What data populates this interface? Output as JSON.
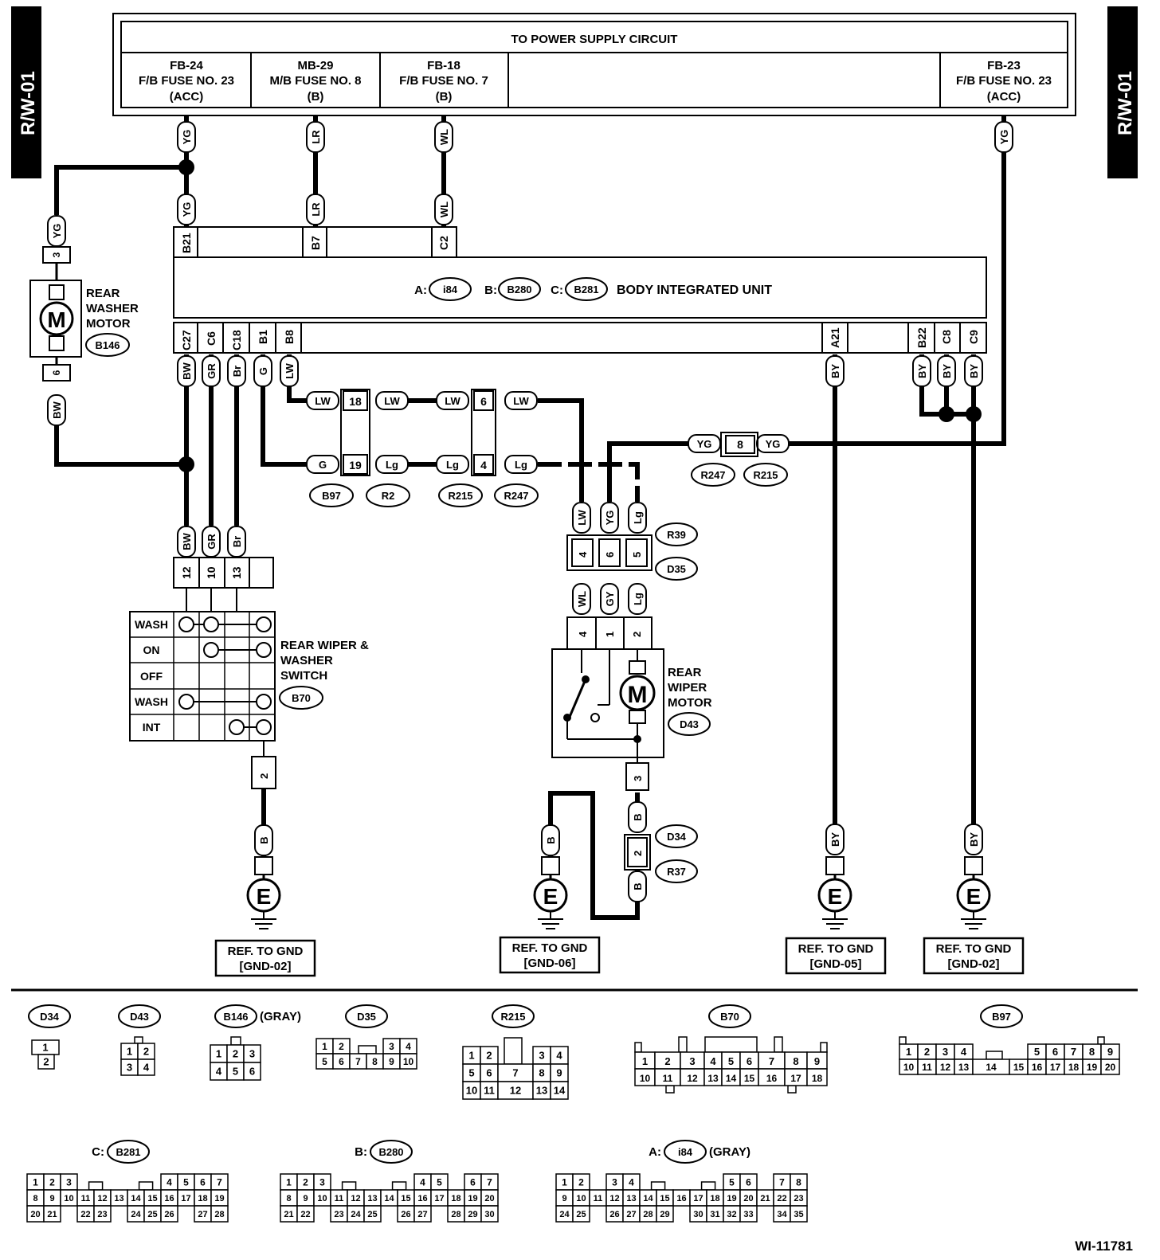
{
  "side_tags": {
    "left": "R/W-01",
    "right": "R/W-01"
  },
  "power": {
    "title": "TO POWER SUPPLY CIRCUIT",
    "fuses": [
      {
        "id": "FB-24",
        "name": "F/B FUSE NO. 23",
        "mode": "(ACC)"
      },
      {
        "id": "MB-29",
        "name": "M/B FUSE NO. 8",
        "mode": "(B)"
      },
      {
        "id": "FB-18",
        "name": "F/B FUSE NO. 7",
        "mode": "(B)"
      },
      {
        "id": "FB-23",
        "name": "F/B FUSE NO. 23",
        "mode": "(ACC)"
      }
    ]
  },
  "biu": {
    "a_prefix": "A:",
    "a_conn": "i84",
    "b_prefix": "B:",
    "b_conn": "B280",
    "c_prefix": "C:",
    "c_conn": "B281",
    "title": "BODY INTEGRATED UNIT",
    "top_pins": [
      "B21",
      "B7",
      "C2"
    ],
    "bottom_pins": [
      "C27",
      "C6",
      "C18",
      "B1",
      "B8",
      "A21",
      "B22",
      "C8",
      "C9"
    ]
  },
  "wires": {
    "YG": "YG",
    "LR": "LR",
    "WL": "WL",
    "BW": "BW",
    "GR": "GR",
    "Br": "Br",
    "G": "G",
    "LW": "LW",
    "BY": "BY",
    "Lg": "Lg",
    "GY": "GY",
    "B": "B"
  },
  "washer_motor": {
    "label_1": "REAR",
    "label_2": "WASHER",
    "label_3": "MOTOR",
    "conn": "B146",
    "pin_top": "3",
    "pin_bottom": "6",
    "symbol": "M"
  },
  "inline": {
    "pin18": "18",
    "pin19": "19",
    "pin6": "6",
    "pin4": "4",
    "pin8": "8",
    "B97": "B97",
    "R2": "R2",
    "R215": "R215",
    "R247": "R247"
  },
  "switch": {
    "label_1": "REAR WIPER &",
    "label_2": "WASHER",
    "label_3": "SWITCH",
    "conn": "B70",
    "rows": [
      "WASH",
      "ON",
      "OFF",
      "WASH",
      "INT"
    ],
    "pins_top": [
      "12",
      "10",
      "13"
    ],
    "pin_bottom": "2"
  },
  "wiper_motor": {
    "label_1": "REAR",
    "label_2": "WIPER",
    "label_3": "MOTOR",
    "conn": "D43",
    "symbol": "M",
    "relay_pins_top": [
      "4",
      "6",
      "5"
    ],
    "relay_conn_1": "R39",
    "relay_conn_2": "D35",
    "motor_pins": [
      "4",
      "1",
      "2"
    ],
    "pin_bottom": "3",
    "joint_pin": "2",
    "joint_conn_1": "D34",
    "joint_conn_2": "R37"
  },
  "ground_symbol": "E",
  "grounds": [
    {
      "line1": "REF. TO GND",
      "line2": "[GND-02]"
    },
    {
      "line1": "REF. TO GND",
      "line2": "[GND-06]"
    },
    {
      "line1": "REF. TO GND",
      "line2": "[GND-05]"
    },
    {
      "line1": "REF. TO GND",
      "line2": "[GND-02]"
    }
  ],
  "connectors": {
    "D34": {
      "name": "D34",
      "pins": [
        "1",
        "2"
      ]
    },
    "D43": {
      "name": "D43",
      "pins": [
        "1",
        "2",
        "3",
        "4"
      ]
    },
    "B146": {
      "name": "B146",
      "note": "(GRAY)",
      "pins": [
        "1",
        "2",
        "3",
        "4",
        "5",
        "6"
      ]
    },
    "D35": {
      "name": "D35",
      "pins": [
        "1",
        "2",
        "3",
        "4",
        "5",
        "6",
        "7",
        "8",
        "9",
        "10"
      ]
    },
    "R215": {
      "name": "R215",
      "pins": [
        "1",
        "2",
        "3",
        "4",
        "5",
        "6",
        "7",
        "8",
        "9",
        "10",
        "11",
        "12",
        "13",
        "14"
      ]
    },
    "B70": {
      "name": "B70",
      "pins": [
        "1",
        "2",
        "3",
        "4",
        "5",
        "6",
        "7",
        "8",
        "9",
        "10",
        "11",
        "12",
        "13",
        "14",
        "15",
        "16",
        "17",
        "18"
      ]
    },
    "B97": {
      "name": "B97",
      "pins": [
        "1",
        "2",
        "3",
        "4",
        "5",
        "6",
        "7",
        "8",
        "9",
        "10",
        "11",
        "12",
        "13",
        "14",
        "15",
        "16",
        "17",
        "18",
        "19",
        "20"
      ]
    },
    "B281": {
      "prefix": "C:",
      "name": "B281",
      "pins": [
        "1",
        "2",
        "3",
        "4",
        "5",
        "6",
        "7",
        "8",
        "9",
        "10",
        "11",
        "12",
        "13",
        "14",
        "15",
        "16",
        "17",
        "18",
        "19",
        "20",
        "21",
        "22",
        "23",
        "24",
        "25",
        "26",
        "27",
        "28"
      ]
    },
    "B280": {
      "prefix": "B:",
      "name": "B280",
      "pins": [
        "1",
        "2",
        "3",
        "4",
        "5",
        "6",
        "7",
        "8",
        "9",
        "10",
        "11",
        "12",
        "13",
        "14",
        "15",
        "16",
        "17",
        "18",
        "19",
        "20",
        "21",
        "22",
        "23",
        "24",
        "25",
        "26",
        "27",
        "28",
        "29",
        "30"
      ]
    },
    "i84": {
      "prefix": "A:",
      "name": "i84",
      "note": "(GRAY)",
      "pins": [
        "1",
        "2",
        "3",
        "4",
        "5",
        "6",
        "7",
        "8",
        "9",
        "10",
        "11",
        "12",
        "13",
        "14",
        "15",
        "16",
        "17",
        "18",
        "19",
        "20",
        "21",
        "22",
        "23",
        "24",
        "25",
        "26",
        "27",
        "28",
        "29",
        "30",
        "31",
        "32",
        "33",
        "34",
        "35"
      ]
    }
  },
  "figure_id": "WI-11781"
}
